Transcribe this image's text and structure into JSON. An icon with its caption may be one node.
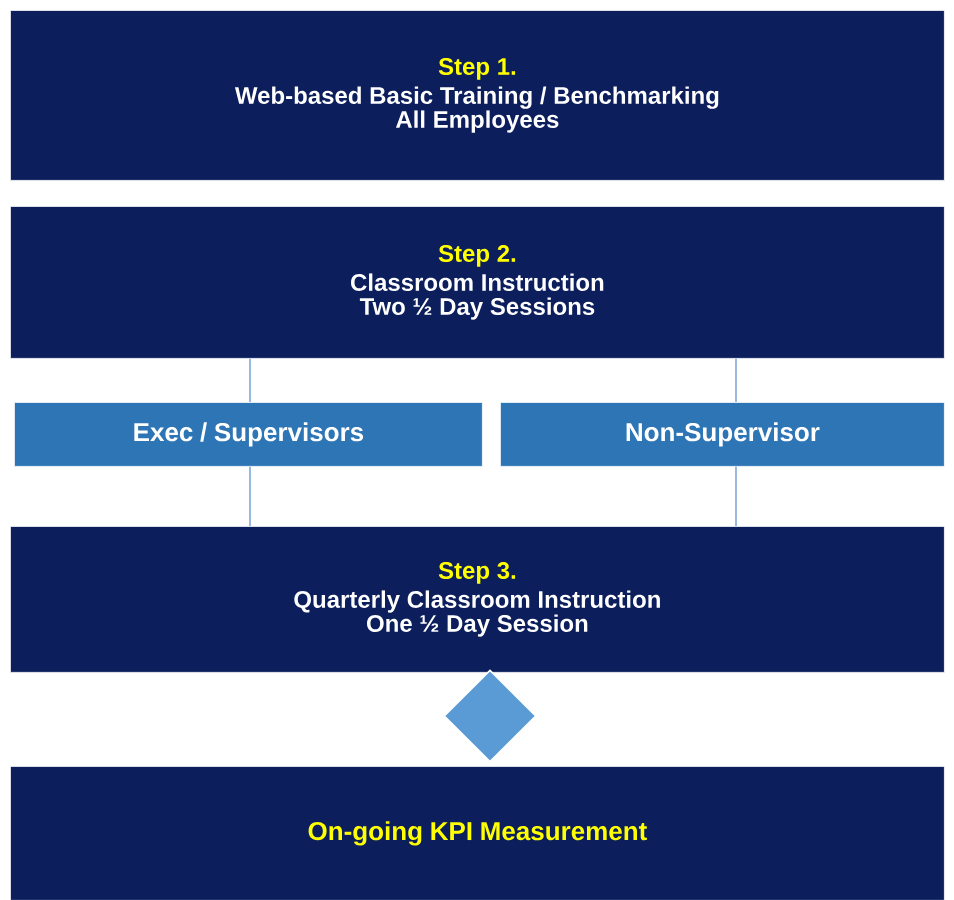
{
  "diagram": {
    "nodes": [
      {
        "text": [
          "Step 1.",
          "Web-based Basic Training / Benchmarking",
          "All Employees"
        ]
      },
      {
        "text": [
          "Step 2.",
          "Classroom Instruction",
          "Two ½ Day Sessions"
        ]
      },
      {
        "text": [
          "Exec / Supervisors"
        ]
      },
      {
        "text": [
          "Non-Supervisor"
        ]
      },
      {
        "text": [
          "Step 3.",
          "Quarterly Classroom Instruction",
          "One ½ Day Session"
        ]
      },
      {
        "text": [],
        "shape": "diamond"
      },
      {
        "text": [
          "On-going KPI Measurement"
        ]
      }
    ],
    "edges": [
      {
        "from": 1,
        "to": 2,
        "arrow": "none"
      },
      {
        "from": 1,
        "to": 3,
        "arrow": "none"
      },
      {
        "from": 2,
        "to": 4,
        "arrow": "none"
      },
      {
        "from": 3,
        "to": 4,
        "arrow": "none"
      }
    ]
  }
}
